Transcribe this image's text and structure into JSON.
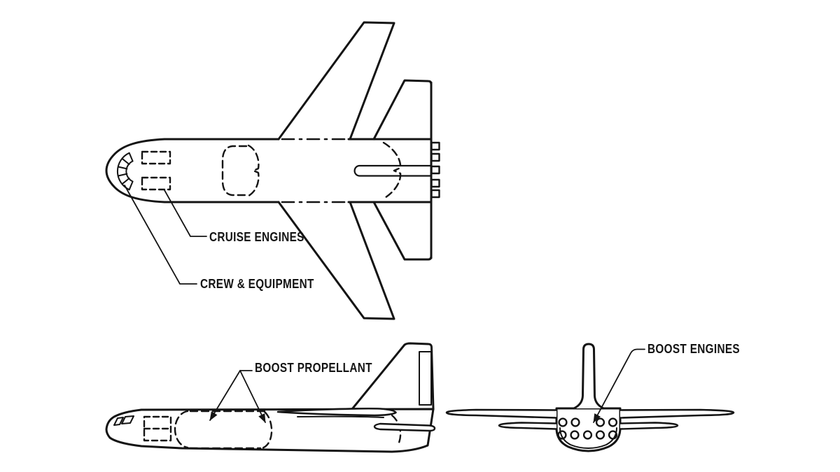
{
  "page": {
    "background_color": "#ffffff",
    "line_color": "#141414"
  },
  "diagram": {
    "description": "Three-view line drawing of a winged reusable booster spaceplane concept: top plan view, side elevation view, rear view",
    "labels": {
      "cruise_engines": "CRUISE ENGINES",
      "crew_equipment": "CREW & EQUIPMENT",
      "boost_propellant": "BOOST PROPELLANT",
      "boost_engines": "BOOST ENGINES"
    },
    "features": {
      "boost_engine_nozzles_top_row": 4,
      "boost_engine_nozzles_bottom_row": 5,
      "aft_nozzles_plan_view": 5
    }
  }
}
